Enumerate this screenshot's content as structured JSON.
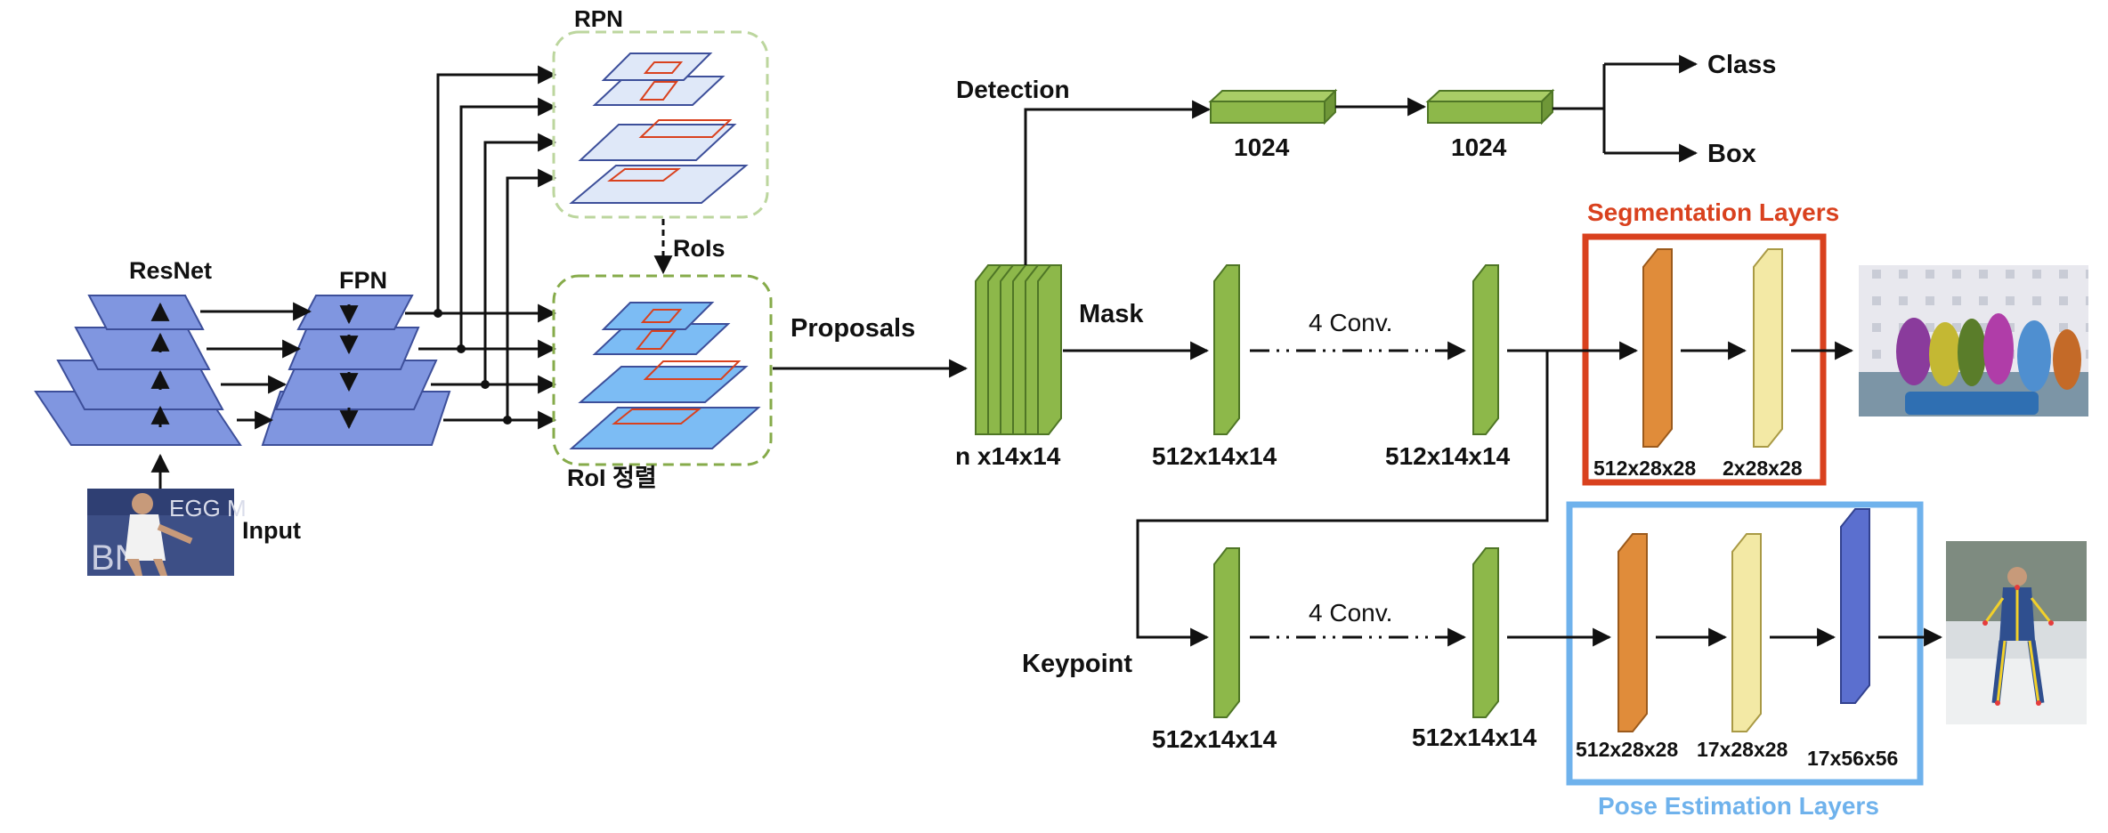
{
  "labels": {
    "resnet": "ResNet",
    "fpn": "FPN",
    "rpn": "RPN",
    "rois": "RoIs",
    "roi_align": "RoI 정렬",
    "input": "Input",
    "proposals": "Proposals",
    "detection": "Detection",
    "mask": "Mask",
    "keypoint": "Keypoint",
    "class": "Class",
    "box": "Box",
    "conv_mask": "4 Conv.",
    "conv_keypoint": "4 Conv.",
    "seg_layers": "Segmentation Layers",
    "pose_layers": "Pose Estimation Layers"
  },
  "dims": {
    "roi_stack": "n x14x14",
    "fc1": "1024",
    "fc2": "1024",
    "mask_a": "512x14x14",
    "mask_b": "512x14x14",
    "seg_a": "512x28x28",
    "seg_b": "2x28x28",
    "kp_a": "512x14x14",
    "kp_b": "512x14x14",
    "pose_a": "512x28x28",
    "pose_b": "17x28x28",
    "pose_c": "17x56x56"
  },
  "colors": {
    "seg_accent": "#d9411e",
    "pose_accent": "#6fb2ec",
    "layer_blue": "#8096e0",
    "green": "#8db84a",
    "orange": "#e08c3a",
    "cream": "#f3e9a5",
    "indigo": "#5b6fcf"
  }
}
